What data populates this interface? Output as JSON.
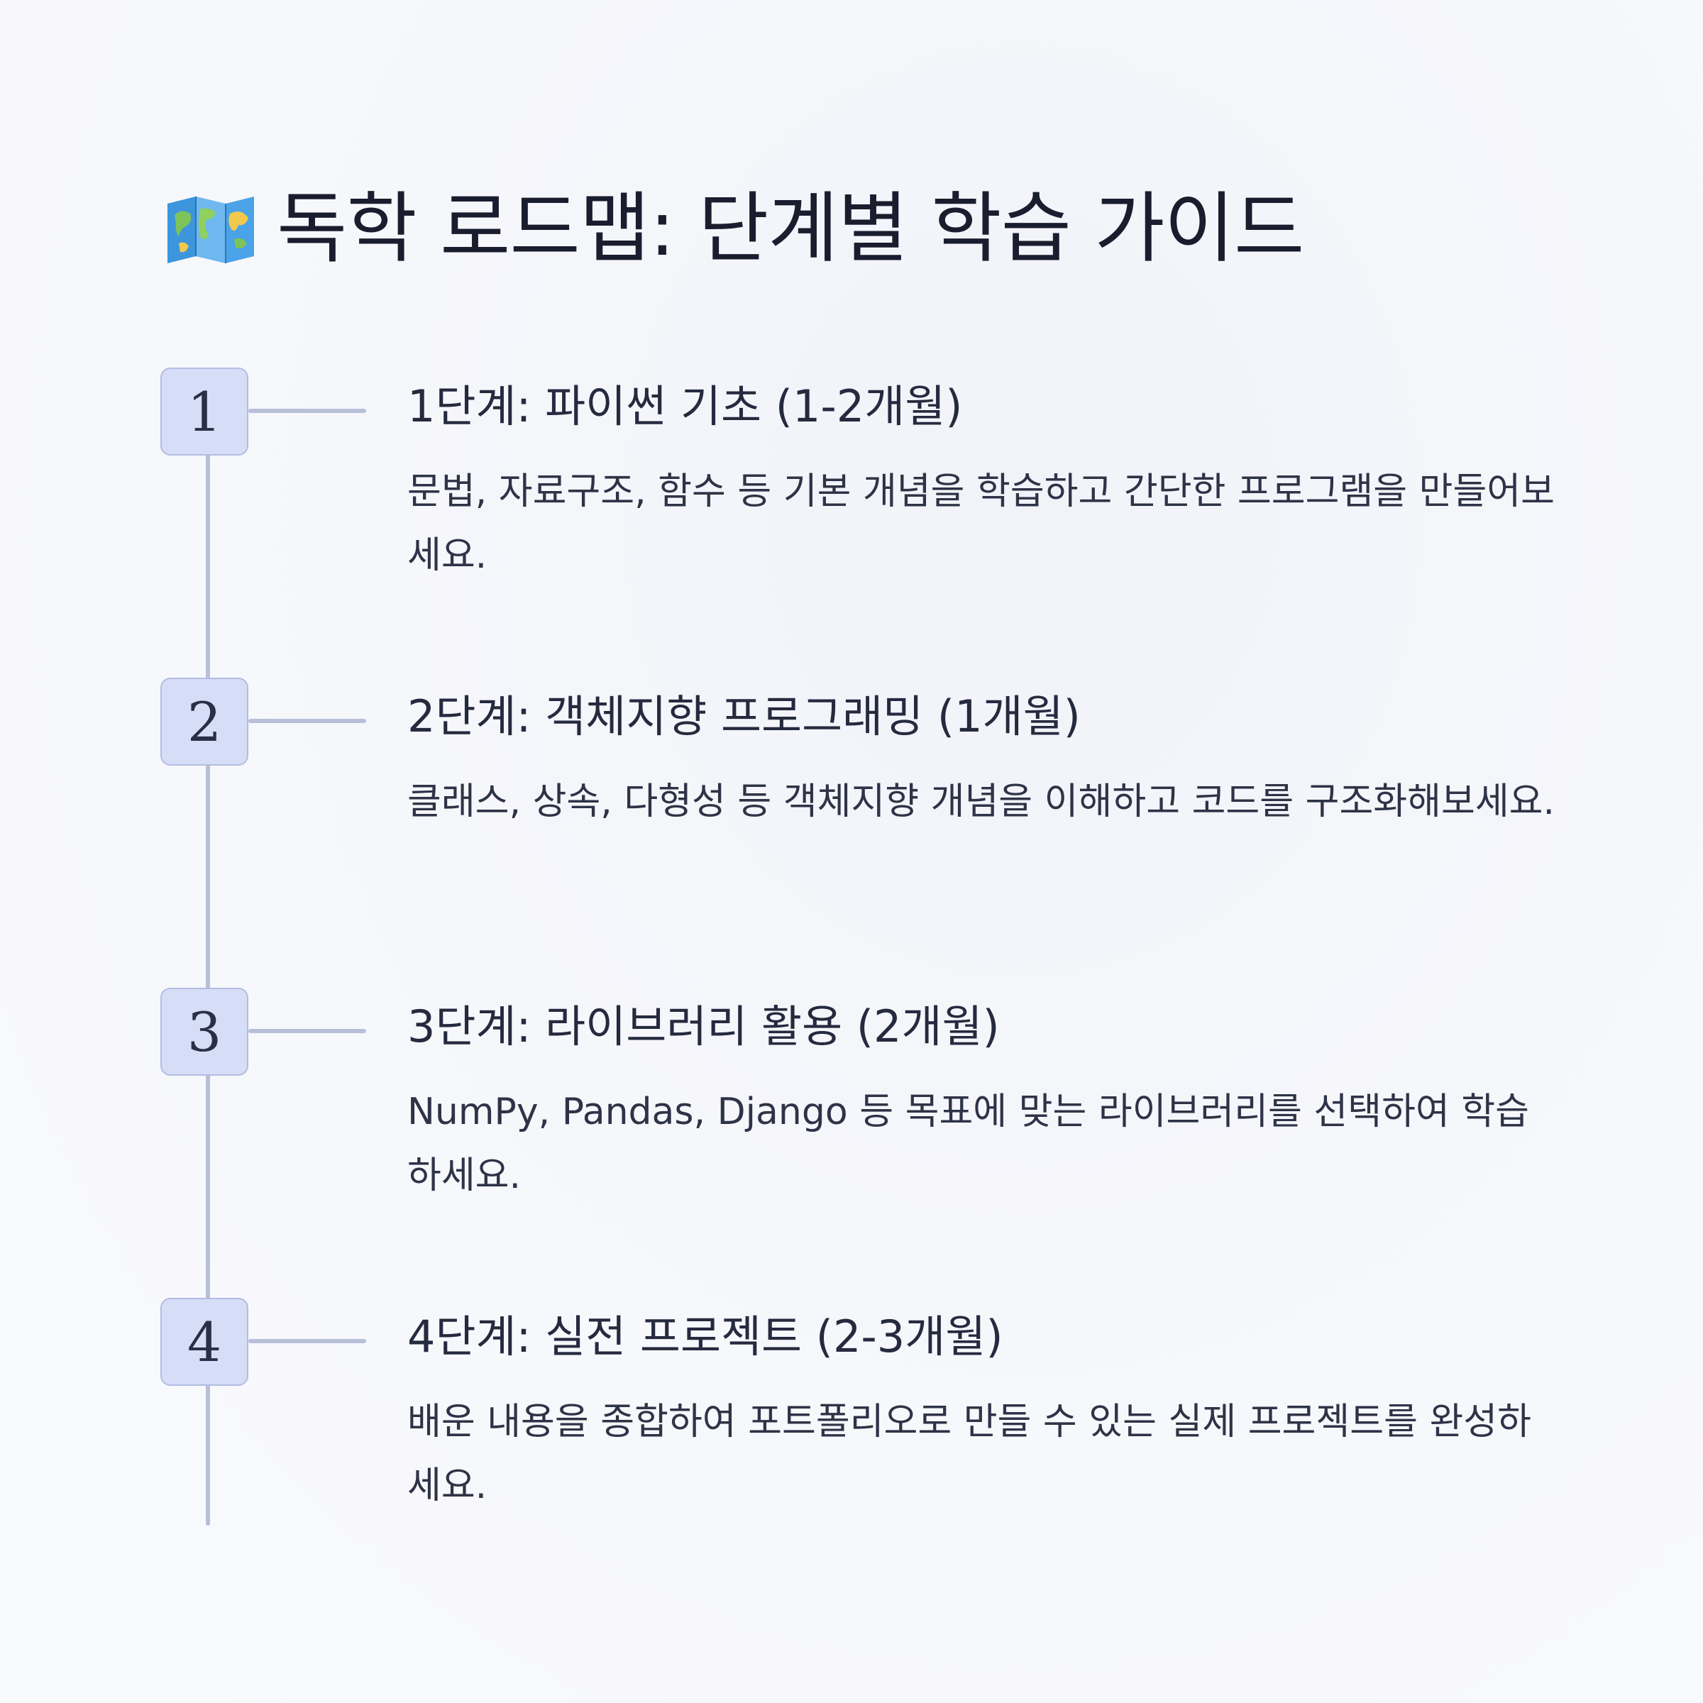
{
  "header": {
    "icon": "world-map-icon",
    "title": "독학 로드맵: 단계별 학습 가이드"
  },
  "colors": {
    "badge_fill": "#d6ddf6",
    "badge_border": "#b3bde2",
    "line": "#b8bfd9",
    "text": "#1e2235"
  },
  "steps": [
    {
      "number": "1",
      "title": "1단계: 파이썬 기초 (1-2개월)",
      "description": "문법, 자료구조, 함수 등 기본 개념을 학습하고 간단한 프로그램을 만들어보세요."
    },
    {
      "number": "2",
      "title": "2단계: 객체지향 프로그래밍 (1개월)",
      "description": "클래스, 상속, 다형성 등 객체지향 개념을 이해하고 코드를 구조화해보세요."
    },
    {
      "number": "3",
      "title": "3단계: 라이브러리 활용 (2개월)",
      "description": "NumPy, Pandas, Django 등 목표에 맞는 라이브러리를 선택하여 학습하세요."
    },
    {
      "number": "4",
      "title": "4단계: 실전 프로젝트 (2-3개월)",
      "description": "배운 내용을 종합하여 포트폴리오로 만들 수 있는 실제 프로젝트를 완성하세요."
    }
  ]
}
